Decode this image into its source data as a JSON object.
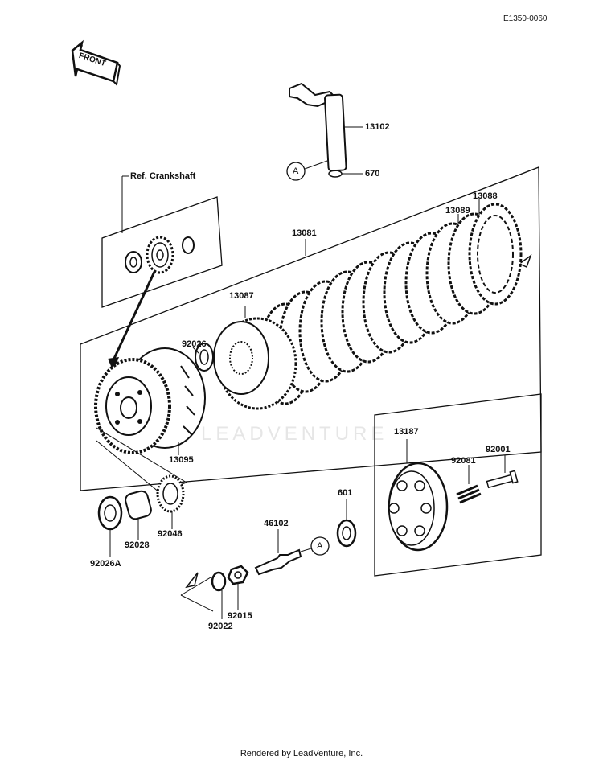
{
  "header": {
    "diagram_code": "E1350-0060"
  },
  "front_badge": {
    "text": "FRONT"
  },
  "reference": {
    "crankshaft": "Ref. Crankshaft"
  },
  "callouts": {
    "circle_a_top": "A",
    "circle_a_bottom": "A"
  },
  "parts": {
    "p13102": "13102",
    "p670": "670",
    "p13081": "13081",
    "p13088": "13088",
    "p13089": "13089",
    "p13087": "13087",
    "p92026": "92026",
    "p13095": "13095",
    "p13187": "13187",
    "p92001": "92001",
    "p92081": "92081",
    "p601": "601",
    "p46102": "46102",
    "p92046": "92046",
    "p92028": "92028",
    "p92026A": "92026A",
    "p92015": "92015",
    "p92022": "92022"
  },
  "watermark": "LEADVENTURE",
  "footer": {
    "text": "Rendered by LeadVenture, Inc."
  }
}
